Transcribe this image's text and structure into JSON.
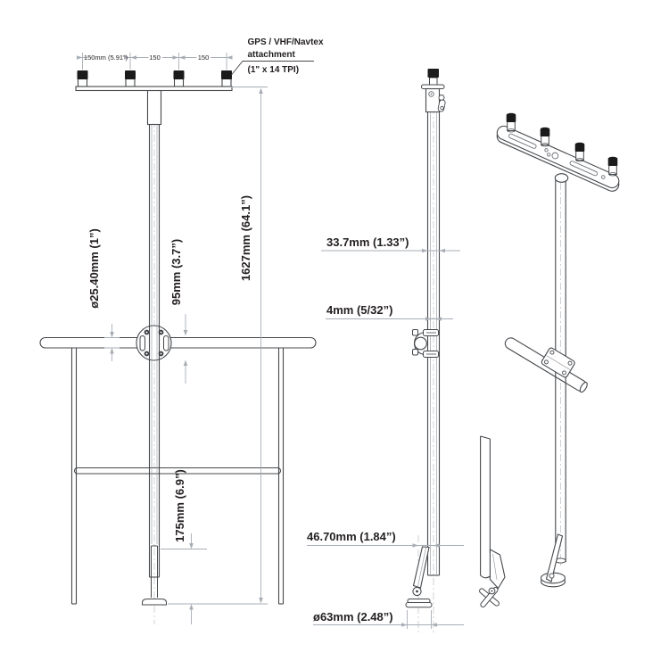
{
  "drawing_title": "antenna-mast-mounting-technical-drawing",
  "colors": {
    "background": "#ffffff",
    "part_line": "#45484c",
    "dimension_line": "#a7adb5",
    "text": "#231f20",
    "antenna_cap": "#1b1b1b"
  },
  "annotation": {
    "line1": "GPS / VHF/Navtex",
    "line2": "attachment",
    "line3": "(1\" x 14 TPI)"
  },
  "front_view": {
    "dim_mount_spacing_first": "150mm (5.91”)",
    "dim_mount_spacing_mid": "150",
    "dim_mount_spacing_right": "150",
    "dim_overall_height": "1627mm (64.1”)",
    "dim_rail_diameter": "ø25.40mm (1”)",
    "dim_clamp_height": "95mm (3.7”)",
    "dim_leg_extension": "175mm (6.9”)"
  },
  "side_view": {
    "dim_tube_diameter": "33.7mm (1.33”)",
    "dim_pin": "4mm (5/32”)",
    "dim_foot_offset": "46.70mm (1.84”)",
    "dim_foot_diameter": "ø63mm (2.48”)"
  }
}
